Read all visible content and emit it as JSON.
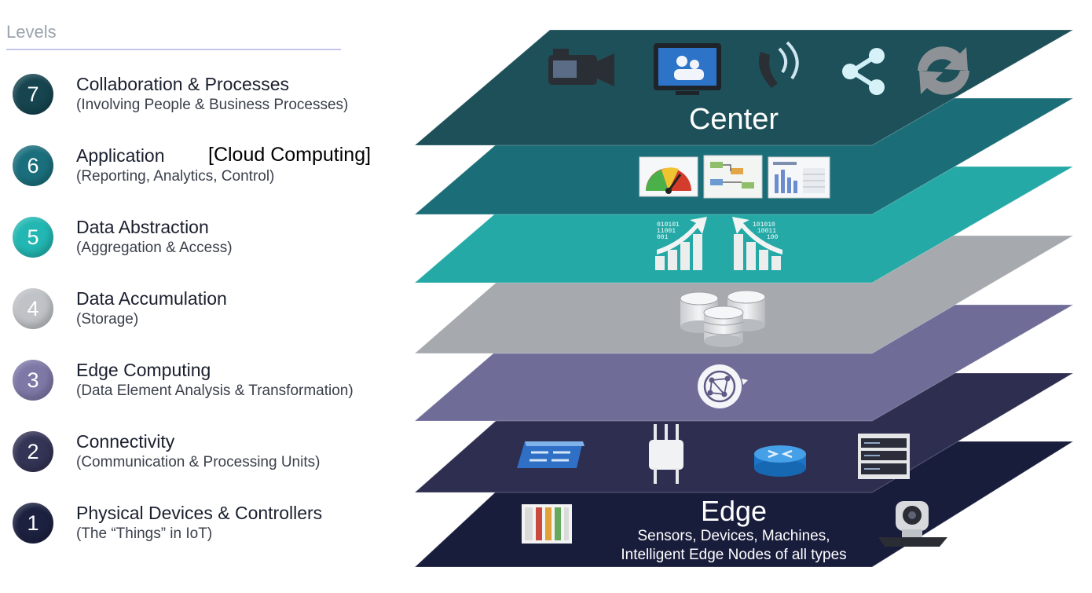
{
  "heading": "Levels",
  "bracket_label": "[Cloud Computing]",
  "levels": [
    {
      "number": "7",
      "title": "Collaboration & Processes",
      "subtitle": "(Involving People & Business Processes)",
      "color": "#16454f"
    },
    {
      "number": "6",
      "title": "Application",
      "subtitle": "(Reporting, Analytics, Control)",
      "color": "#1b6f7d"
    },
    {
      "number": "5",
      "title": "Data Abstraction",
      "subtitle": "(Aggregation & Access)",
      "color": "#22b7b2"
    },
    {
      "number": "4",
      "title": "Data Accumulation",
      "subtitle": "(Storage)",
      "color": "#bfc2c6"
    },
    {
      "number": "3",
      "title": "Edge Computing",
      "subtitle": "(Data Element Analysis & Transformation)",
      "color": "#7d78a6"
    },
    {
      "number": "2",
      "title": "Connectivity",
      "subtitle": "(Communication & Processing Units)",
      "color": "#343456"
    },
    {
      "number": "1",
      "title": "Physical Devices & Controllers",
      "subtitle": "(The “Things” in IoT)",
      "color": "#1c2140"
    }
  ],
  "stack": {
    "top_label": "Center",
    "bottom_label": "Edge",
    "bottom_caption_1": "Sensors, Devices, Machines,",
    "bottom_caption_2": "Intelligent Edge Nodes of all types",
    "layer_colors": [
      "#1d5058",
      "#1b6e78",
      "#25a9a6",
      "#a6a9ad",
      "#6f6c98",
      "#2e2e50",
      "#191d3c"
    ],
    "icons": {
      "level7": [
        "video-camera-icon",
        "video-conference-monitor-icon",
        "phone-icon",
        "share-icon",
        "sync-icon"
      ],
      "level6": [
        "gauge-dashboard-icon",
        "flowchart-report-icon",
        "bar-chart-report-icon"
      ],
      "level5": [
        "data-upload-chart-icon",
        "data-download-chart-icon"
      ],
      "level4": [
        "database-stack-icon"
      ],
      "level3": [
        "network-globe-icon"
      ],
      "level2": [
        "network-switch-icon",
        "access-point-icon",
        "router-icon",
        "server-rack-icon"
      ],
      "level1": [
        "controller-panel-icon",
        "ptz-camera-icon"
      ]
    }
  }
}
